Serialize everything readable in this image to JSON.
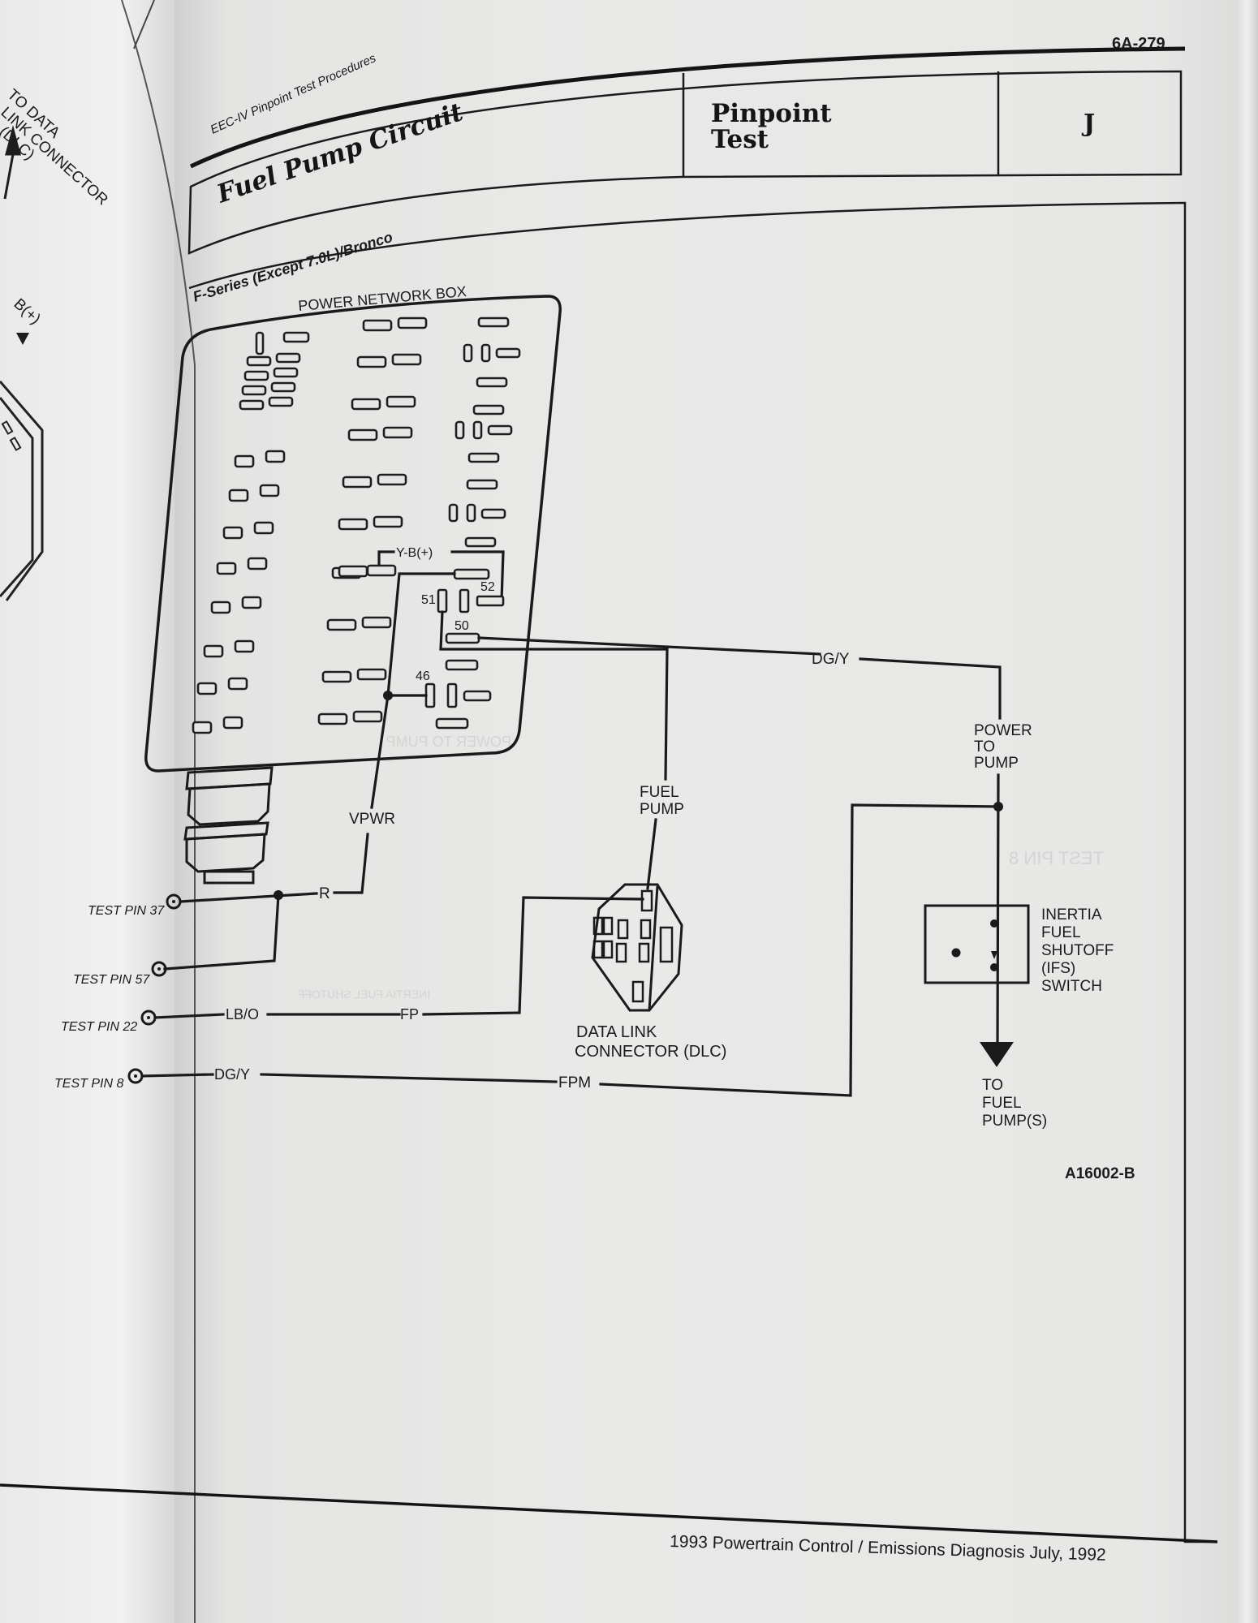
{
  "header": {
    "section_label": "EEC-IV Pinpoint Test Procedures",
    "page_number": "6A-279",
    "title": "Fuel Pump Circuit",
    "test_type_line1": "Pinpoint",
    "test_type_line2": "Test",
    "test_letter": "J"
  },
  "diagram": {
    "subtitle": "F-Series (Except 7.0L)/Bronco",
    "power_network_box_label": "POWER NETWORK BOX",
    "terminals": [
      "51",
      "52",
      "50",
      "46"
    ],
    "yb_label": "Y-B(+)",
    "wire_labels": {
      "dg_y_top": "DG/Y",
      "vpwr": "VPWR",
      "r": "R",
      "lb_o": "LB/O",
      "fp": "FP",
      "dg_y_bottom": "DG/Y",
      "fpm": "FPM"
    },
    "test_pins": [
      {
        "label": "TEST PIN 37"
      },
      {
        "label": "TEST PIN 57"
      },
      {
        "label": "TEST PIN 22"
      },
      {
        "label": "TEST PIN 8"
      }
    ],
    "fuel_pump_label": [
      "FUEL",
      "PUMP"
    ],
    "dlc_label": [
      "DATA LINK",
      "CONNECTOR (DLC)"
    ],
    "power_to_pump_label": [
      "POWER",
      "TO",
      "PUMP"
    ],
    "ifs_label": [
      "INERTIA",
      "FUEL",
      "SHUTOFF",
      "(IFS)",
      "SWITCH"
    ],
    "to_fuel_pump_label": [
      "TO",
      "FUEL",
      "PUMP(S)"
    ],
    "figure_id": "A16002-B"
  },
  "left_page": {
    "dlc_note": [
      "TO DATA",
      "LINK CONNECTOR",
      "(DLC)"
    ],
    "b_plus": "B(+)"
  },
  "footer": {
    "text": "1993 Powertrain Control / Emissions Diagnosis July, 1992"
  }
}
